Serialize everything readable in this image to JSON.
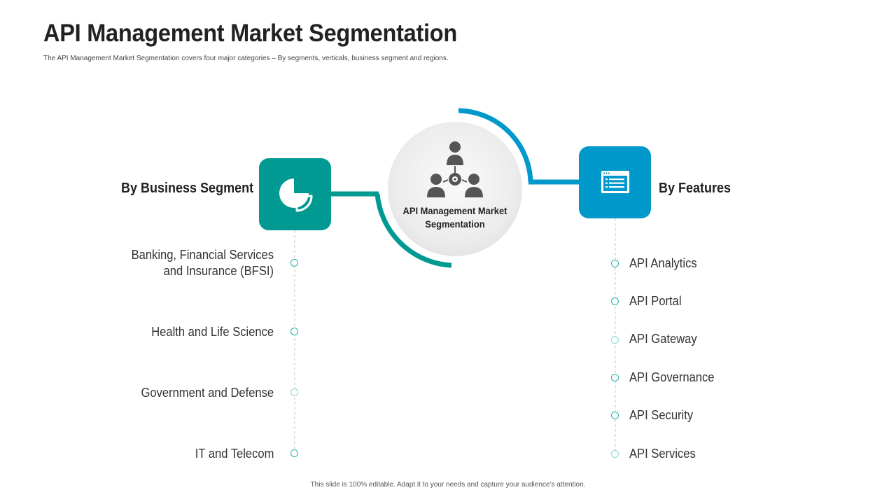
{
  "title": "API Management Market Segmentation",
  "subtitle": "The API Management Market Segmentation covers four major categories – By segments, verticals, business segment and regions.",
  "center": {
    "label": "API Management Market Segmentation",
    "icon": "team-network-icon"
  },
  "left": {
    "heading": "By Business Segment",
    "icon": "pie-chart-icon",
    "color": "#009a93",
    "items": [
      "Banking, Financial Services and Insurance (BFSI)",
      "Health and Life Science",
      "Government and Defense",
      "IT and Telecom"
    ]
  },
  "right": {
    "heading": "By Features",
    "icon": "browser-list-icon",
    "color": "#0199cb",
    "items": [
      "API Analytics",
      "API Portal",
      "API Gateway",
      "API Governance",
      "API Security",
      "API Services"
    ]
  },
  "footer": "This slide is 100% editable. Adapt it to your needs and capture your audience’s attention."
}
